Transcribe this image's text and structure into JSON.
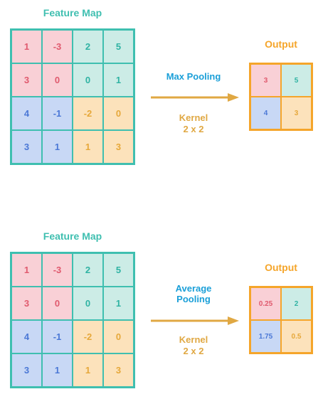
{
  "max_pool": {
    "feature_title": "Feature Map",
    "grid": [
      [
        {
          "v": "1",
          "c": "pink"
        },
        {
          "v": "-3",
          "c": "pink"
        },
        {
          "v": "2",
          "c": "teal"
        },
        {
          "v": "5",
          "c": "teal"
        }
      ],
      [
        {
          "v": "3",
          "c": "pink"
        },
        {
          "v": "0",
          "c": "pink"
        },
        {
          "v": "0",
          "c": "teal"
        },
        {
          "v": "1",
          "c": "teal"
        }
      ],
      [
        {
          "v": "4",
          "c": "blue"
        },
        {
          "v": "-1",
          "c": "blue"
        },
        {
          "v": "-2",
          "c": "orange"
        },
        {
          "v": "0",
          "c": "orange"
        }
      ],
      [
        {
          "v": "3",
          "c": "blue"
        },
        {
          "v": "1",
          "c": "blue"
        },
        {
          "v": "1",
          "c": "orange"
        },
        {
          "v": "3",
          "c": "orange"
        }
      ]
    ],
    "operation_label": "Max Pooling",
    "kernel_label_1": "Kernel",
    "kernel_label_2": "2 x 2",
    "output_title": "Output",
    "output": [
      [
        {
          "v": "3",
          "c": "pink"
        },
        {
          "v": "5",
          "c": "teal"
        }
      ],
      [
        {
          "v": "4",
          "c": "blue"
        },
        {
          "v": "3",
          "c": "orange"
        }
      ]
    ]
  },
  "avg_pool": {
    "feature_title": "Feature Map",
    "grid": [
      [
        {
          "v": "1",
          "c": "pink"
        },
        {
          "v": "-3",
          "c": "pink"
        },
        {
          "v": "2",
          "c": "teal"
        },
        {
          "v": "5",
          "c": "teal"
        }
      ],
      [
        {
          "v": "3",
          "c": "pink"
        },
        {
          "v": "0",
          "c": "pink"
        },
        {
          "v": "0",
          "c": "teal"
        },
        {
          "v": "1",
          "c": "teal"
        }
      ],
      [
        {
          "v": "4",
          "c": "blue"
        },
        {
          "v": "-1",
          "c": "blue"
        },
        {
          "v": "-2",
          "c": "orange"
        },
        {
          "v": "0",
          "c": "orange"
        }
      ],
      [
        {
          "v": "3",
          "c": "blue"
        },
        {
          "v": "1",
          "c": "blue"
        },
        {
          "v": "1",
          "c": "orange"
        },
        {
          "v": "3",
          "c": "orange"
        }
      ]
    ],
    "operation_label_1": "Average",
    "operation_label_2": "Pooling",
    "kernel_label_1": "Kernel",
    "kernel_label_2": "2 x 2",
    "output_title": "Output",
    "output": [
      [
        {
          "v": "0.25",
          "c": "pink"
        },
        {
          "v": "2",
          "c": "teal"
        }
      ],
      [
        {
          "v": "1.75",
          "c": "blue"
        },
        {
          "v": "0.5",
          "c": "orange"
        }
      ]
    ]
  },
  "colors": {
    "grid_border": "#3fbfb0",
    "output_border": "#f5a52a",
    "arrow": "#e0a843",
    "operation_text": "#1a9fd8"
  }
}
